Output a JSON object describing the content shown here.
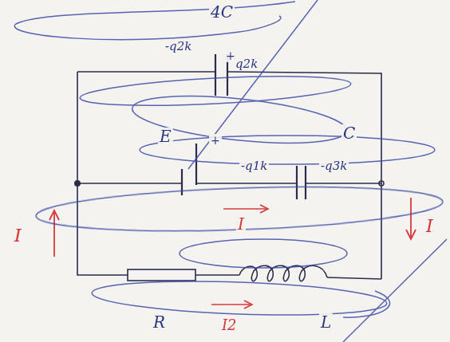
{
  "diagram": {
    "labels": [
      "4C",
      "-q2k",
      "+",
      "q2k",
      "E",
      "+",
      "C",
      "-q1k",
      "-q3k",
      "I",
      "I",
      "I",
      "R",
      "L",
      "I2"
    ]
  }
}
